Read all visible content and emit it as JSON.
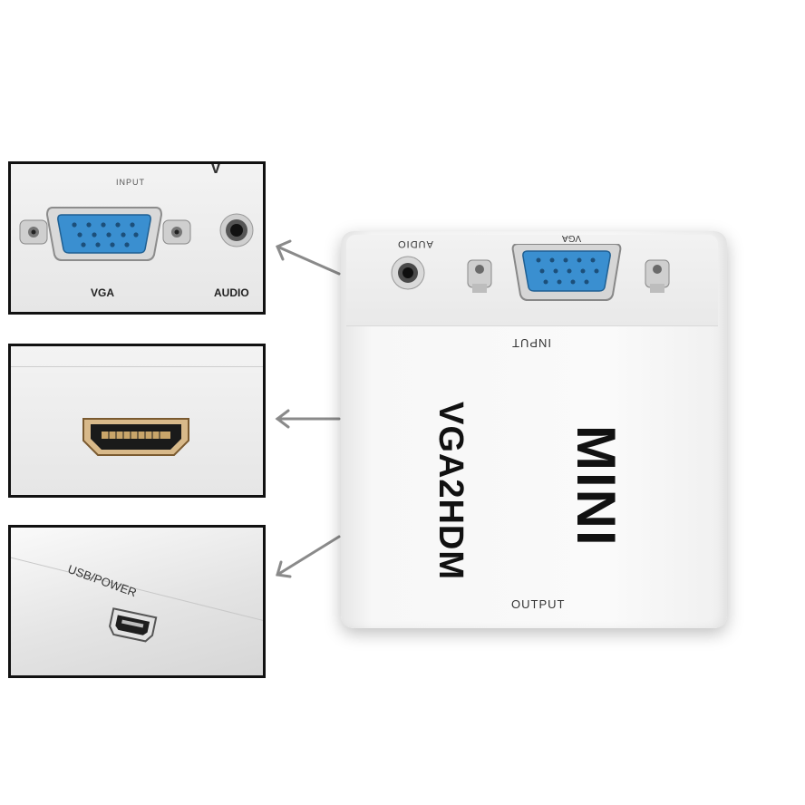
{
  "panel_top": {
    "label_input": "INPUT",
    "label_vga": "VGA",
    "label_audio": "AUDIO",
    "edge_text": "V"
  },
  "panel_bottom": {
    "label_usb": "USB/POWER"
  },
  "device": {
    "label_audio": "AUDIO",
    "label_vga": "VGA",
    "label_input": "INPUT",
    "label_model": "VGA2HDM",
    "label_mini": "MINI",
    "label_output": "OUTPUT"
  },
  "colors": {
    "vga_blue": "#3a8fd0",
    "body_white": "#f7f7f7",
    "frame_black": "#111111",
    "arrow_gray": "#8a8a8a"
  }
}
